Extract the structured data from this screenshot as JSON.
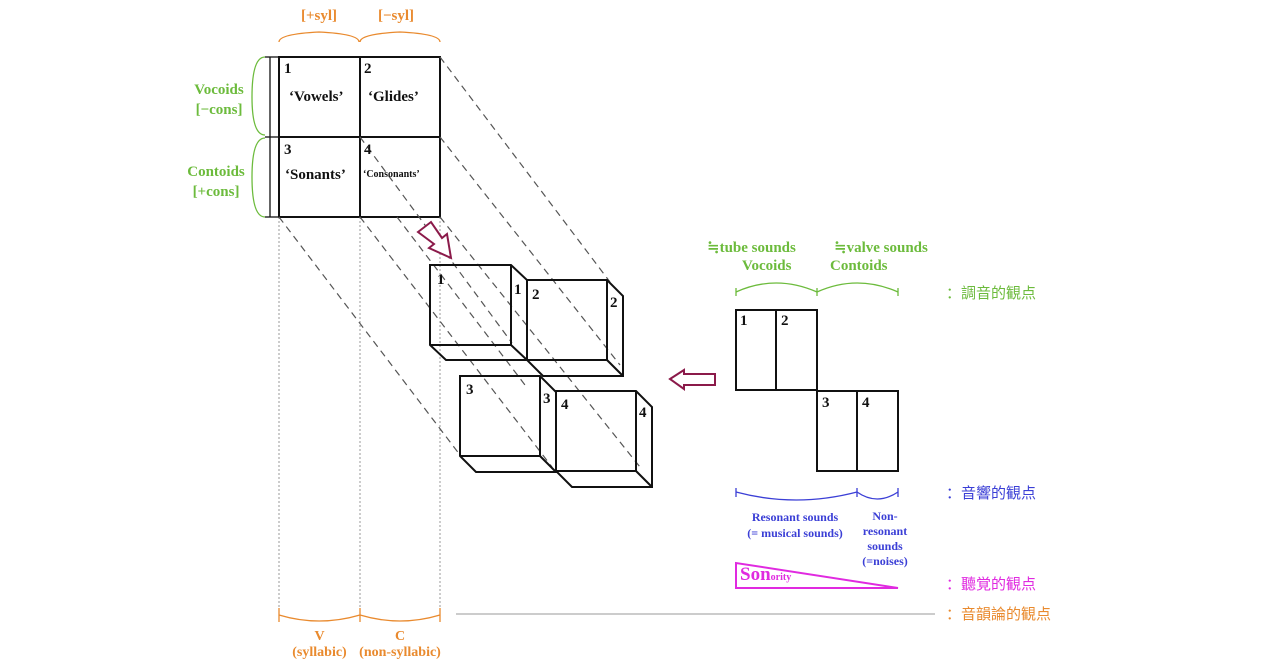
{
  "top_matrix": {
    "col_headers": [
      "[+syl]",
      "[−syl]"
    ],
    "row_headers": [
      {
        "line1": "Vocoids",
        "line2": "[−cons]"
      },
      {
        "line1": "Contoids",
        "line2": "[+cons]"
      }
    ],
    "cells": [
      {
        "num": "1",
        "label": "‘Vowels’"
      },
      {
        "num": "2",
        "label": "‘Glides’"
      },
      {
        "num": "3",
        "label": "‘Sonants’"
      },
      {
        "num": "4",
        "label": "‘Consonants’"
      }
    ]
  },
  "bottom_axis": {
    "v_label": "V",
    "v_sub": "(syllabic)",
    "c_label": "C",
    "c_sub": "(non-syllabic)"
  },
  "cubes": {
    "labels": [
      "1",
      "1",
      "2",
      "2",
      "3",
      "3",
      "4",
      "4"
    ]
  },
  "right_diagram": {
    "tube_header": "≒tube sounds",
    "tube_sub": "Vocoids",
    "valve_header": "≒valve sounds",
    "valve_sub": "Contoids",
    "cell_numbers": [
      "1",
      "2",
      "3",
      "4"
    ],
    "resonant_line1": "Resonant sounds",
    "resonant_line2": "(= musical sounds)",
    "nonres_lines": [
      "Non-",
      "resonant",
      "sounds",
      "(=noises)"
    ],
    "sonority_big": "Son",
    "sonority_small": "ority"
  },
  "viewpoints": {
    "articulatory": "：調音的観点",
    "acoustic": "：音響的観点",
    "auditory": "：聽覚的観点",
    "phonological": "：音韻論的観点"
  },
  "colors": {
    "orange": "#e98a2e",
    "green": "#6cbb3c",
    "blue": "#3b3fd6",
    "magenta": "#e02ae0",
    "arrow": "#8b1a4a"
  }
}
